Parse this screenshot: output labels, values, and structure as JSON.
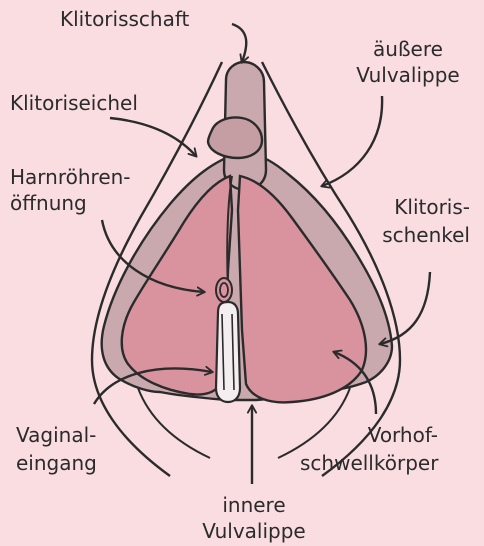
{
  "colors": {
    "background": "#f9dde1",
    "outline": "#2b2b2b",
    "labia_minora_fill": "#c9a9ad",
    "bulb_fill": "#d9939e",
    "glans_fill": "#c59ea3",
    "vestibule_fill": "#f5eef0"
  },
  "labels": {
    "klitorisschaft": "Klitorisschaft",
    "aeussere_lippe_1": "äußere",
    "aeussere_lippe_2": "Vulvalippe",
    "klitoriseichel": "Klitoriseichel",
    "harnroehren_1": "Harnröhren-",
    "harnroehren_2": "öffnung",
    "klitoris_1": "Klitoris-",
    "klitoris_2": "schenkel",
    "vaginal_1": "Vaginal-",
    "vaginal_2": "eingang",
    "vorhof_1": "Vorhof-",
    "vorhof_2": "schwellkörper",
    "innere_1": "innere",
    "innere_2": "Vulvalippe"
  }
}
